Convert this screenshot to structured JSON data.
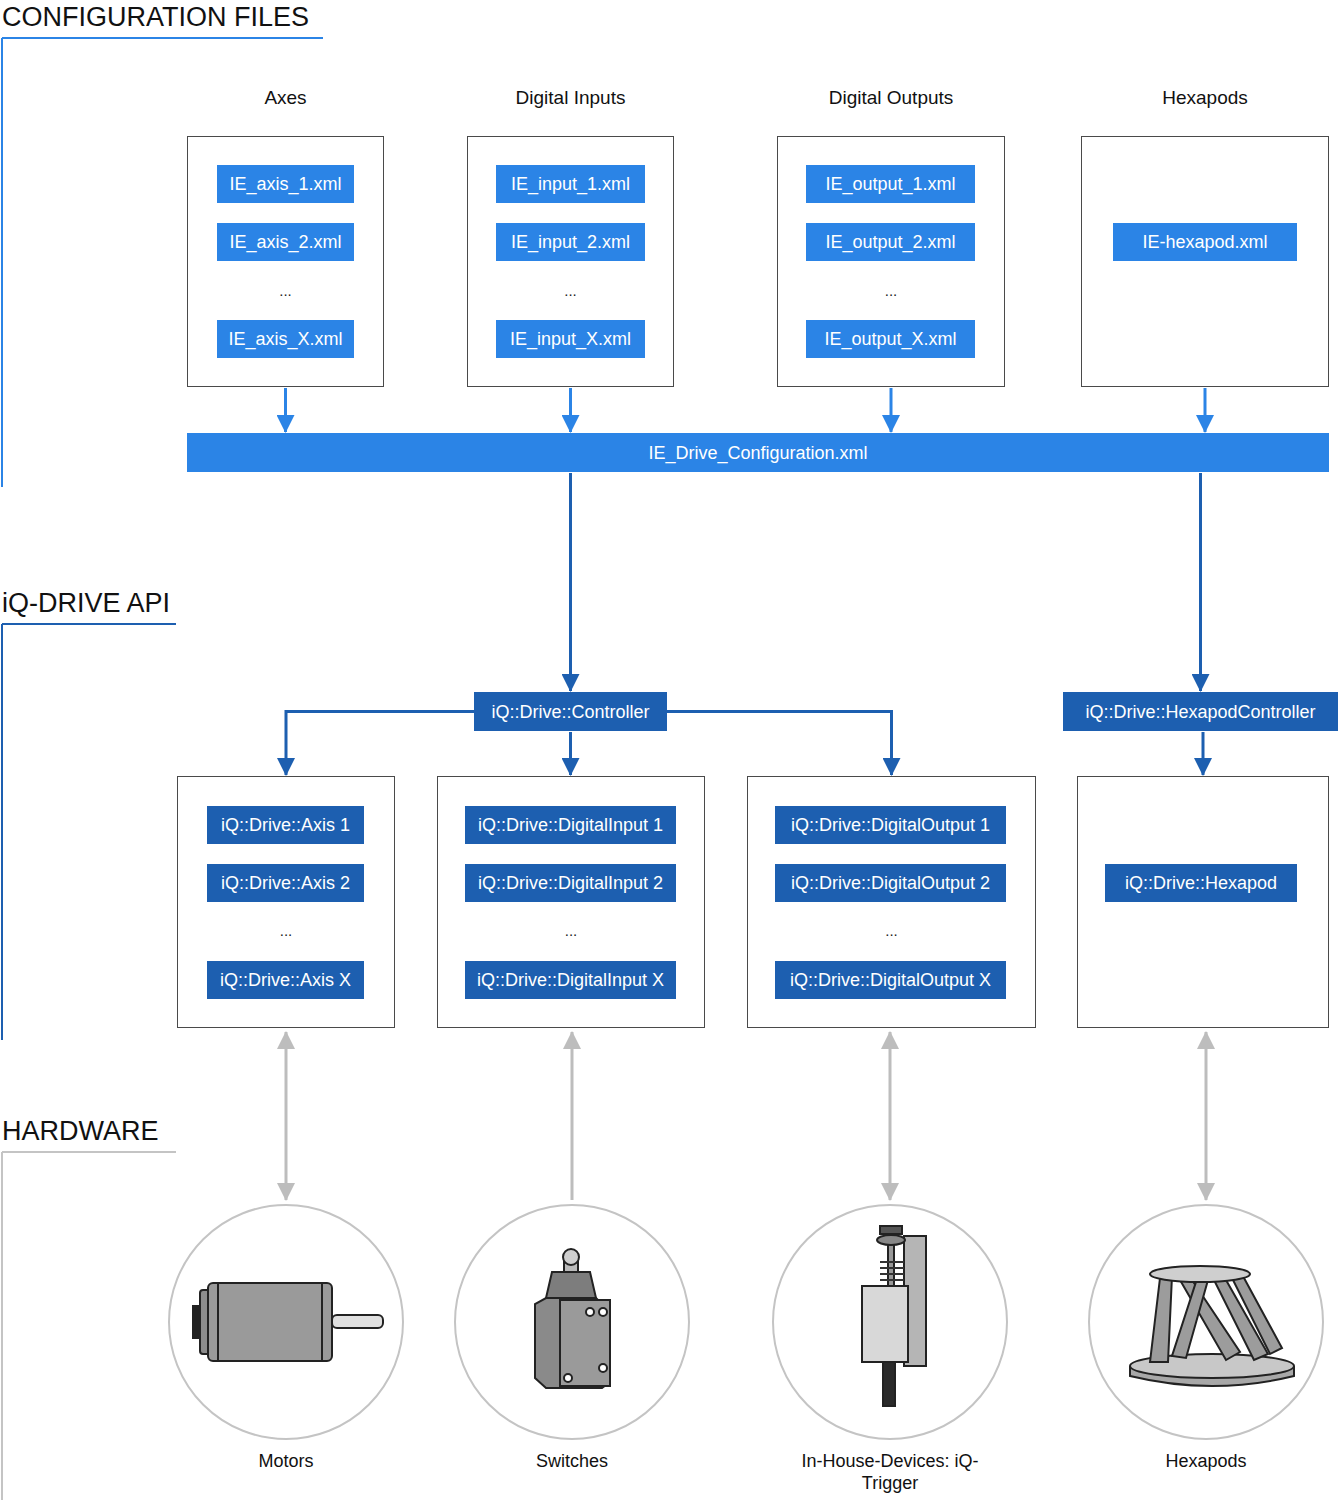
{
  "diagram": {
    "nodes": [
      {
        "text": [
          "Axes",
          "..."
        ]
      },
      {
        "text": [
          "IE_axis_1.xml"
        ],
        "in": 0
      },
      {
        "text": [
          "IE_axis_2.xml"
        ],
        "in": 0
      },
      {
        "text": [
          "IE_axis_X.xml"
        ],
        "in": 0
      },
      {
        "text": [
          "Digital Inputs",
          "..."
        ]
      },
      {
        "text": [
          "IE_input_1.xml"
        ],
        "in": 4
      },
      {
        "text": [
          "IE_input_2.xml"
        ],
        "in": 4
      },
      {
        "text": [
          "IE_input_X.xml"
        ],
        "in": 4
      },
      {
        "text": [
          "Digital Outputs",
          "..."
        ]
      },
      {
        "text": [
          "IE_output_1.xml"
        ],
        "in": 8
      },
      {
        "text": [
          "IE_output_2.xml"
        ],
        "in": 8
      },
      {
        "text": [
          "IE_output_X.xml"
        ],
        "in": 8
      },
      {
        "text": [
          "Hexapods"
        ]
      },
      {
        "text": [
          "IE-hexapod.xml"
        ],
        "in": 12
      },
      {
        "text": [
          "IE_Drive_Configuration.xml"
        ]
      },
      {
        "text": [
          "iQ::Drive::Controller"
        ]
      },
      {
        "text": [
          "iQ::Drive::HexapodController"
        ]
      },
      {
        "text": [
          "..."
        ]
      },
      {
        "text": [
          "iQ::Drive::Axis 1"
        ],
        "in": 17
      },
      {
        "text": [
          "iQ::Drive::Axis 2"
        ],
        "in": 17
      },
      {
        "text": [
          "iQ::Drive::Axis X"
        ],
        "in": 17
      },
      {
        "text": [
          "..."
        ]
      },
      {
        "text": [
          "iQ::Drive::DigitalInput 1"
        ],
        "in": 21
      },
      {
        "text": [
          "iQ::Drive::DigitalInput 2"
        ],
        "in": 21
      },
      {
        "text": [
          "iQ::Drive::DigitalInput X"
        ],
        "in": 21
      },
      {
        "text": [
          "..."
        ]
      },
      {
        "text": [
          "iQ::Drive::DigitalOutput 1"
        ],
        "in": 25
      },
      {
        "text": [
          "iQ::Drive::DigitalOutput 2"
        ],
        "in": 25
      },
      {
        "text": [
          "iQ::Drive::DigitalOutput X"
        ],
        "in": 25
      },
      {
        "text": []
      },
      {
        "text": [
          "iQ::Drive::Hexapod"
        ],
        "in": 29
      },
      {
        "text": [
          "Motors"
        ]
      },
      {
        "text": [
          "Switches"
        ]
      },
      {
        "text": [
          "In-House-Devices: iQ-Trigger"
        ]
      },
      {
        "text": [
          "Hexapods"
        ]
      }
    ],
    "edges": [
      {
        "from": 0,
        "to": 14,
        "arrow": "to"
      },
      {
        "from": 4,
        "to": 14,
        "arrow": "to"
      },
      {
        "from": 8,
        "to": 14,
        "arrow": "to"
      },
      {
        "from": 12,
        "to": 14,
        "arrow": "to"
      },
      {
        "from": 14,
        "to": 15,
        "arrow": "to"
      },
      {
        "from": 14,
        "to": 16,
        "arrow": "to"
      },
      {
        "from": 15,
        "to": 17,
        "arrow": "to"
      },
      {
        "from": 15,
        "to": 21,
        "arrow": "to"
      },
      {
        "from": 15,
        "to": 25,
        "arrow": "to"
      },
      {
        "from": 16,
        "to": 29,
        "arrow": "to"
      },
      {
        "from": 17,
        "to": 31,
        "arrow": "both"
      },
      {
        "from": 32,
        "to": 21,
        "arrow": "to"
      },
      {
        "from": 25,
        "to": 33,
        "arrow": "both"
      },
      {
        "from": 29,
        "to": 34,
        "arrow": "both"
      }
    ],
    "labels": [
      "CONFIGURATION FILES",
      "iQ-DRIVE API",
      "HARDWARE"
    ]
  }
}
